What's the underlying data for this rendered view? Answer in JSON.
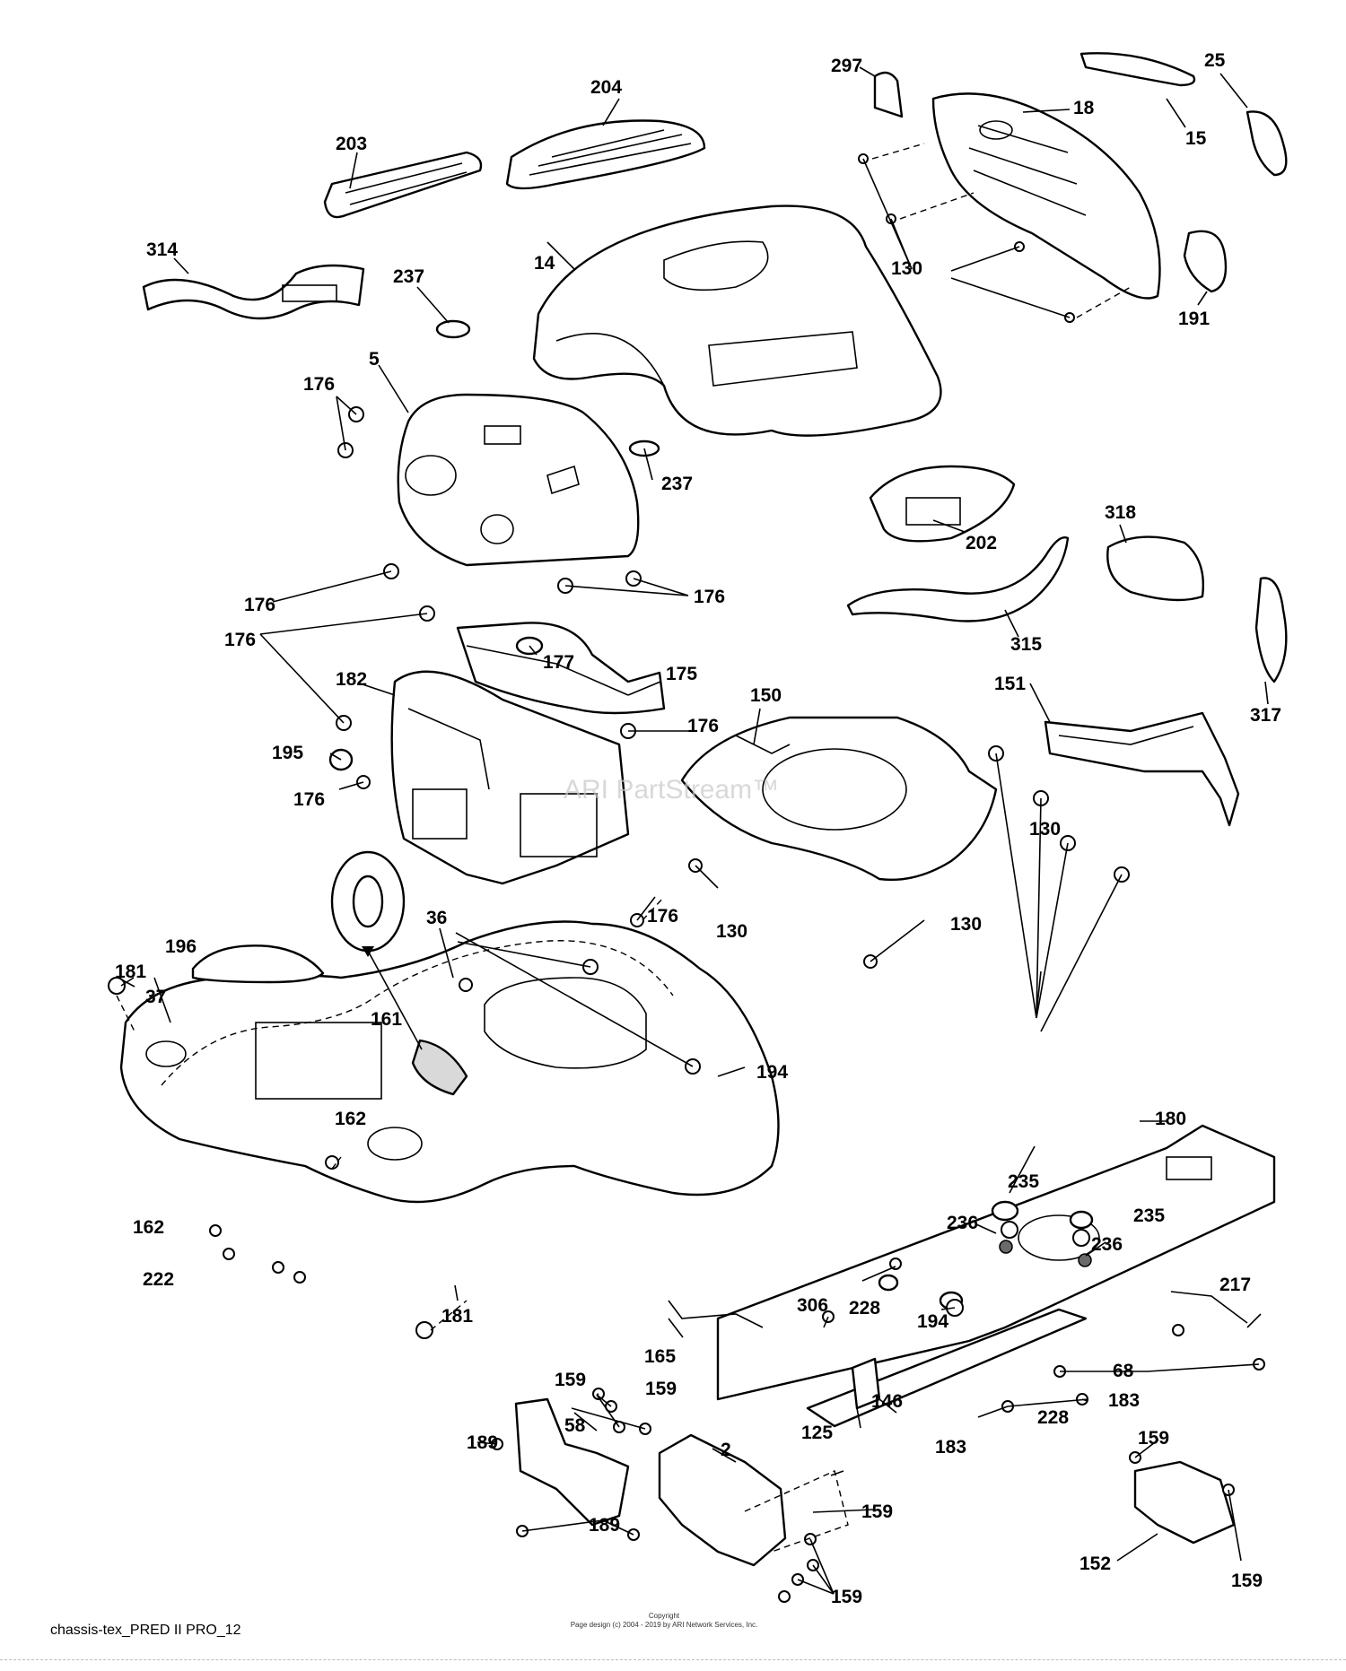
{
  "diagram": {
    "id_label": "chassis-tex_PRED II PRO_12",
    "copyright_title": "Copyright",
    "copyright_text": "Page design (c) 2004 - 2019 by ARI Network Services, Inc.",
    "watermark": "ARI PartStream™"
  },
  "callouts": {
    "c297": "297",
    "c18": "18",
    "c15": "15",
    "c25": "25",
    "c204": "204",
    "c203": "203",
    "c314": "314",
    "c237a": "237",
    "c14": "14",
    "c130a": "130",
    "c191": "191",
    "c5": "5",
    "c176a": "176",
    "c237b": "237",
    "c176b": "176",
    "c176c": "176",
    "c202": "202",
    "c318": "318",
    "c315": "315",
    "c317": "317",
    "c176d": "176",
    "c182": "182",
    "c177": "177",
    "c175": "175",
    "c150": "150",
    "c151": "151",
    "c176e": "176",
    "c195": "195",
    "c176f": "176",
    "c130b": "130",
    "c176g": "176",
    "c130c": "130",
    "c130d": "130",
    "c36": "36",
    "c196": "196",
    "c181a": "181",
    "c37": "37",
    "c161": "161",
    "c194a": "194",
    "c162a": "162",
    "c180": "180",
    "c235a": "235",
    "c236a": "236",
    "c235b": "235",
    "c236b": "236",
    "c162b": "162",
    "c222": "222",
    "c217": "217",
    "c228a": "228",
    "c306": "306",
    "c181b": "181",
    "c165": "165",
    "c194b": "194",
    "c68": "68",
    "c146": "146",
    "c159a": "159",
    "c159b": "159",
    "c58": "58",
    "c125": "125",
    "c228b": "228",
    "c183a": "183",
    "c189a": "189",
    "c2": "2",
    "c183b": "183",
    "c159c": "159",
    "c159d": "159",
    "c189b": "189",
    "c159e": "159",
    "c152": "152",
    "c159f": "159"
  }
}
